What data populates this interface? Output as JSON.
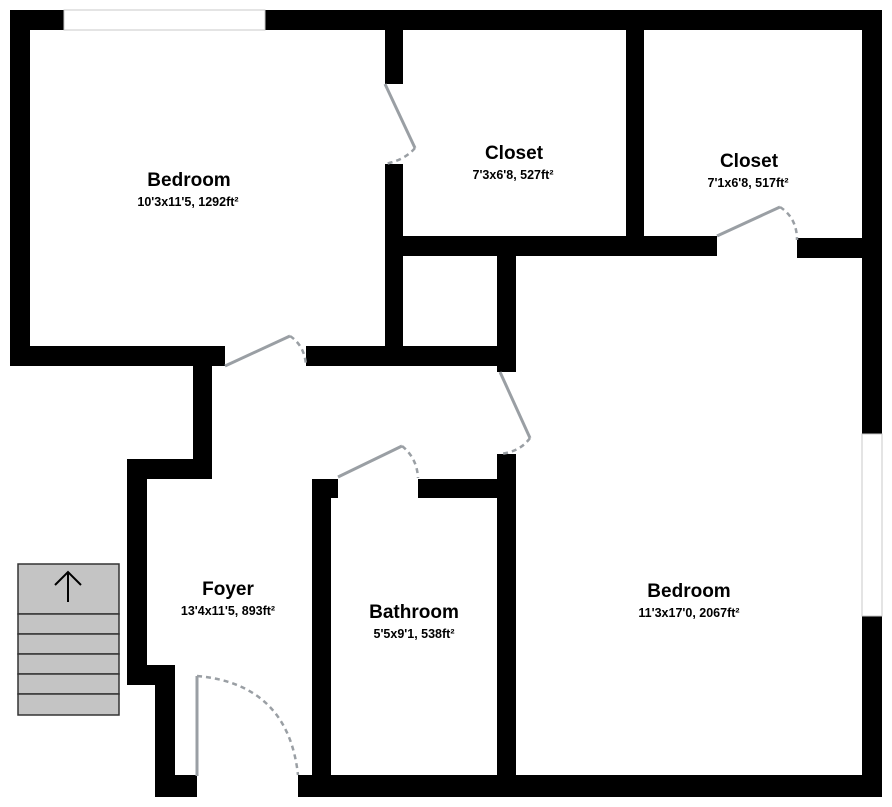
{
  "rooms": [
    {
      "id": "bedroom-1",
      "name": "Bedroom",
      "dims": "10'3x11'5, 1292ft²"
    },
    {
      "id": "closet-1",
      "name": "Closet",
      "dims": "7'3x6'8, 527ft²"
    },
    {
      "id": "closet-2",
      "name": "Closet",
      "dims": "7'1x6'8, 517ft²"
    },
    {
      "id": "foyer",
      "name": "Foyer",
      "dims": "13'4x11'5, 893ft²"
    },
    {
      "id": "bathroom",
      "name": "Bathroom",
      "dims": "5'5x9'1, 538ft²"
    },
    {
      "id": "bedroom-2",
      "name": "Bedroom",
      "dims": "11'3x17'0, 2067ft²"
    }
  ],
  "colors": {
    "wall": "#000000",
    "door": "#9a9fa4",
    "stairs": "#c4c4c4"
  },
  "icons": {
    "stairs": "stairs-up-arrow-icon"
  }
}
